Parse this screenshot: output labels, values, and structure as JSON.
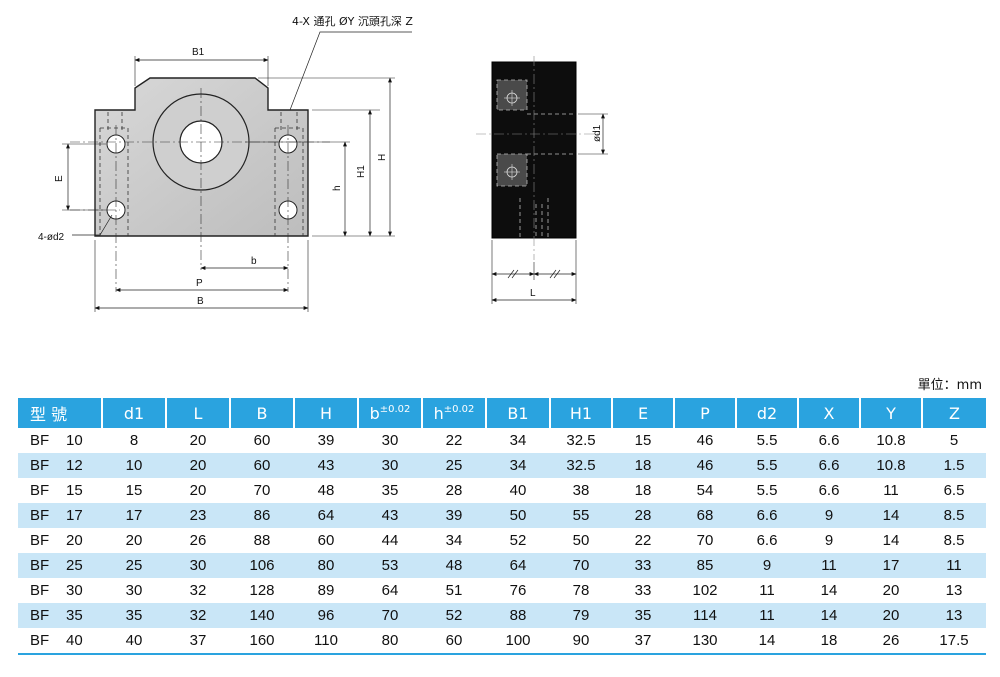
{
  "drawing": {
    "callout": "4-X 通孔 ØY 沉頭孔深 Z",
    "labels": {
      "B1": "B1",
      "E": "E",
      "d2": "4-ød2",
      "h": "h",
      "H1": "H1",
      "H": "H",
      "b": "b",
      "P": "P",
      "B": "B",
      "d1": "ød1",
      "L": "L"
    }
  },
  "unit_label": "單位：mm",
  "table": {
    "columns": [
      {
        "label": "型 號",
        "sup": ""
      },
      {
        "label": "d1",
        "sup": ""
      },
      {
        "label": "L",
        "sup": ""
      },
      {
        "label": "B",
        "sup": ""
      },
      {
        "label": "H",
        "sup": ""
      },
      {
        "label": "b",
        "sup": "±0.02"
      },
      {
        "label": "h",
        "sup": "±0.02"
      },
      {
        "label": "B1",
        "sup": ""
      },
      {
        "label": "H1",
        "sup": ""
      },
      {
        "label": "E",
        "sup": ""
      },
      {
        "label": "P",
        "sup": ""
      },
      {
        "label": "d2",
        "sup": ""
      },
      {
        "label": "X",
        "sup": ""
      },
      {
        "label": "Y",
        "sup": ""
      },
      {
        "label": "Z",
        "sup": ""
      }
    ],
    "rows": [
      {
        "prefix": "BF",
        "size": "10",
        "cells": [
          "8",
          "20",
          "60",
          "39",
          "30",
          "22",
          "34",
          "32.5",
          "15",
          "46",
          "5.5",
          "6.6",
          "10.8",
          "5"
        ]
      },
      {
        "prefix": "BF",
        "size": "12",
        "cells": [
          "10",
          "20",
          "60",
          "43",
          "30",
          "25",
          "34",
          "32.5",
          "18",
          "46",
          "5.5",
          "6.6",
          "10.8",
          "1.5"
        ]
      },
      {
        "prefix": "BF",
        "size": "15",
        "cells": [
          "15",
          "20",
          "70",
          "48",
          "35",
          "28",
          "40",
          "38",
          "18",
          "54",
          "5.5",
          "6.6",
          "11",
          "6.5"
        ]
      },
      {
        "prefix": "BF",
        "size": "17",
        "cells": [
          "17",
          "23",
          "86",
          "64",
          "43",
          "39",
          "50",
          "55",
          "28",
          "68",
          "6.6",
          "9",
          "14",
          "8.5"
        ]
      },
      {
        "prefix": "BF",
        "size": "20",
        "cells": [
          "20",
          "26",
          "88",
          "60",
          "44",
          "34",
          "52",
          "50",
          "22",
          "70",
          "6.6",
          "9",
          "14",
          "8.5"
        ]
      },
      {
        "prefix": "BF",
        "size": "25",
        "cells": [
          "25",
          "30",
          "106",
          "80",
          "53",
          "48",
          "64",
          "70",
          "33",
          "85",
          "9",
          "11",
          "17",
          "11"
        ]
      },
      {
        "prefix": "BF",
        "size": "30",
        "cells": [
          "30",
          "32",
          "128",
          "89",
          "64",
          "51",
          "76",
          "78",
          "33",
          "102",
          "11",
          "14",
          "20",
          "13"
        ]
      },
      {
        "prefix": "BF",
        "size": "35",
        "cells": [
          "35",
          "32",
          "140",
          "96",
          "70",
          "52",
          "88",
          "79",
          "35",
          "114",
          "11",
          "14",
          "20",
          "13"
        ]
      },
      {
        "prefix": "BF",
        "size": "40",
        "cells": [
          "40",
          "37",
          "160",
          "110",
          "80",
          "60",
          "100",
          "90",
          "37",
          "130",
          "14",
          "18",
          "26",
          "17.5"
        ]
      }
    ]
  }
}
